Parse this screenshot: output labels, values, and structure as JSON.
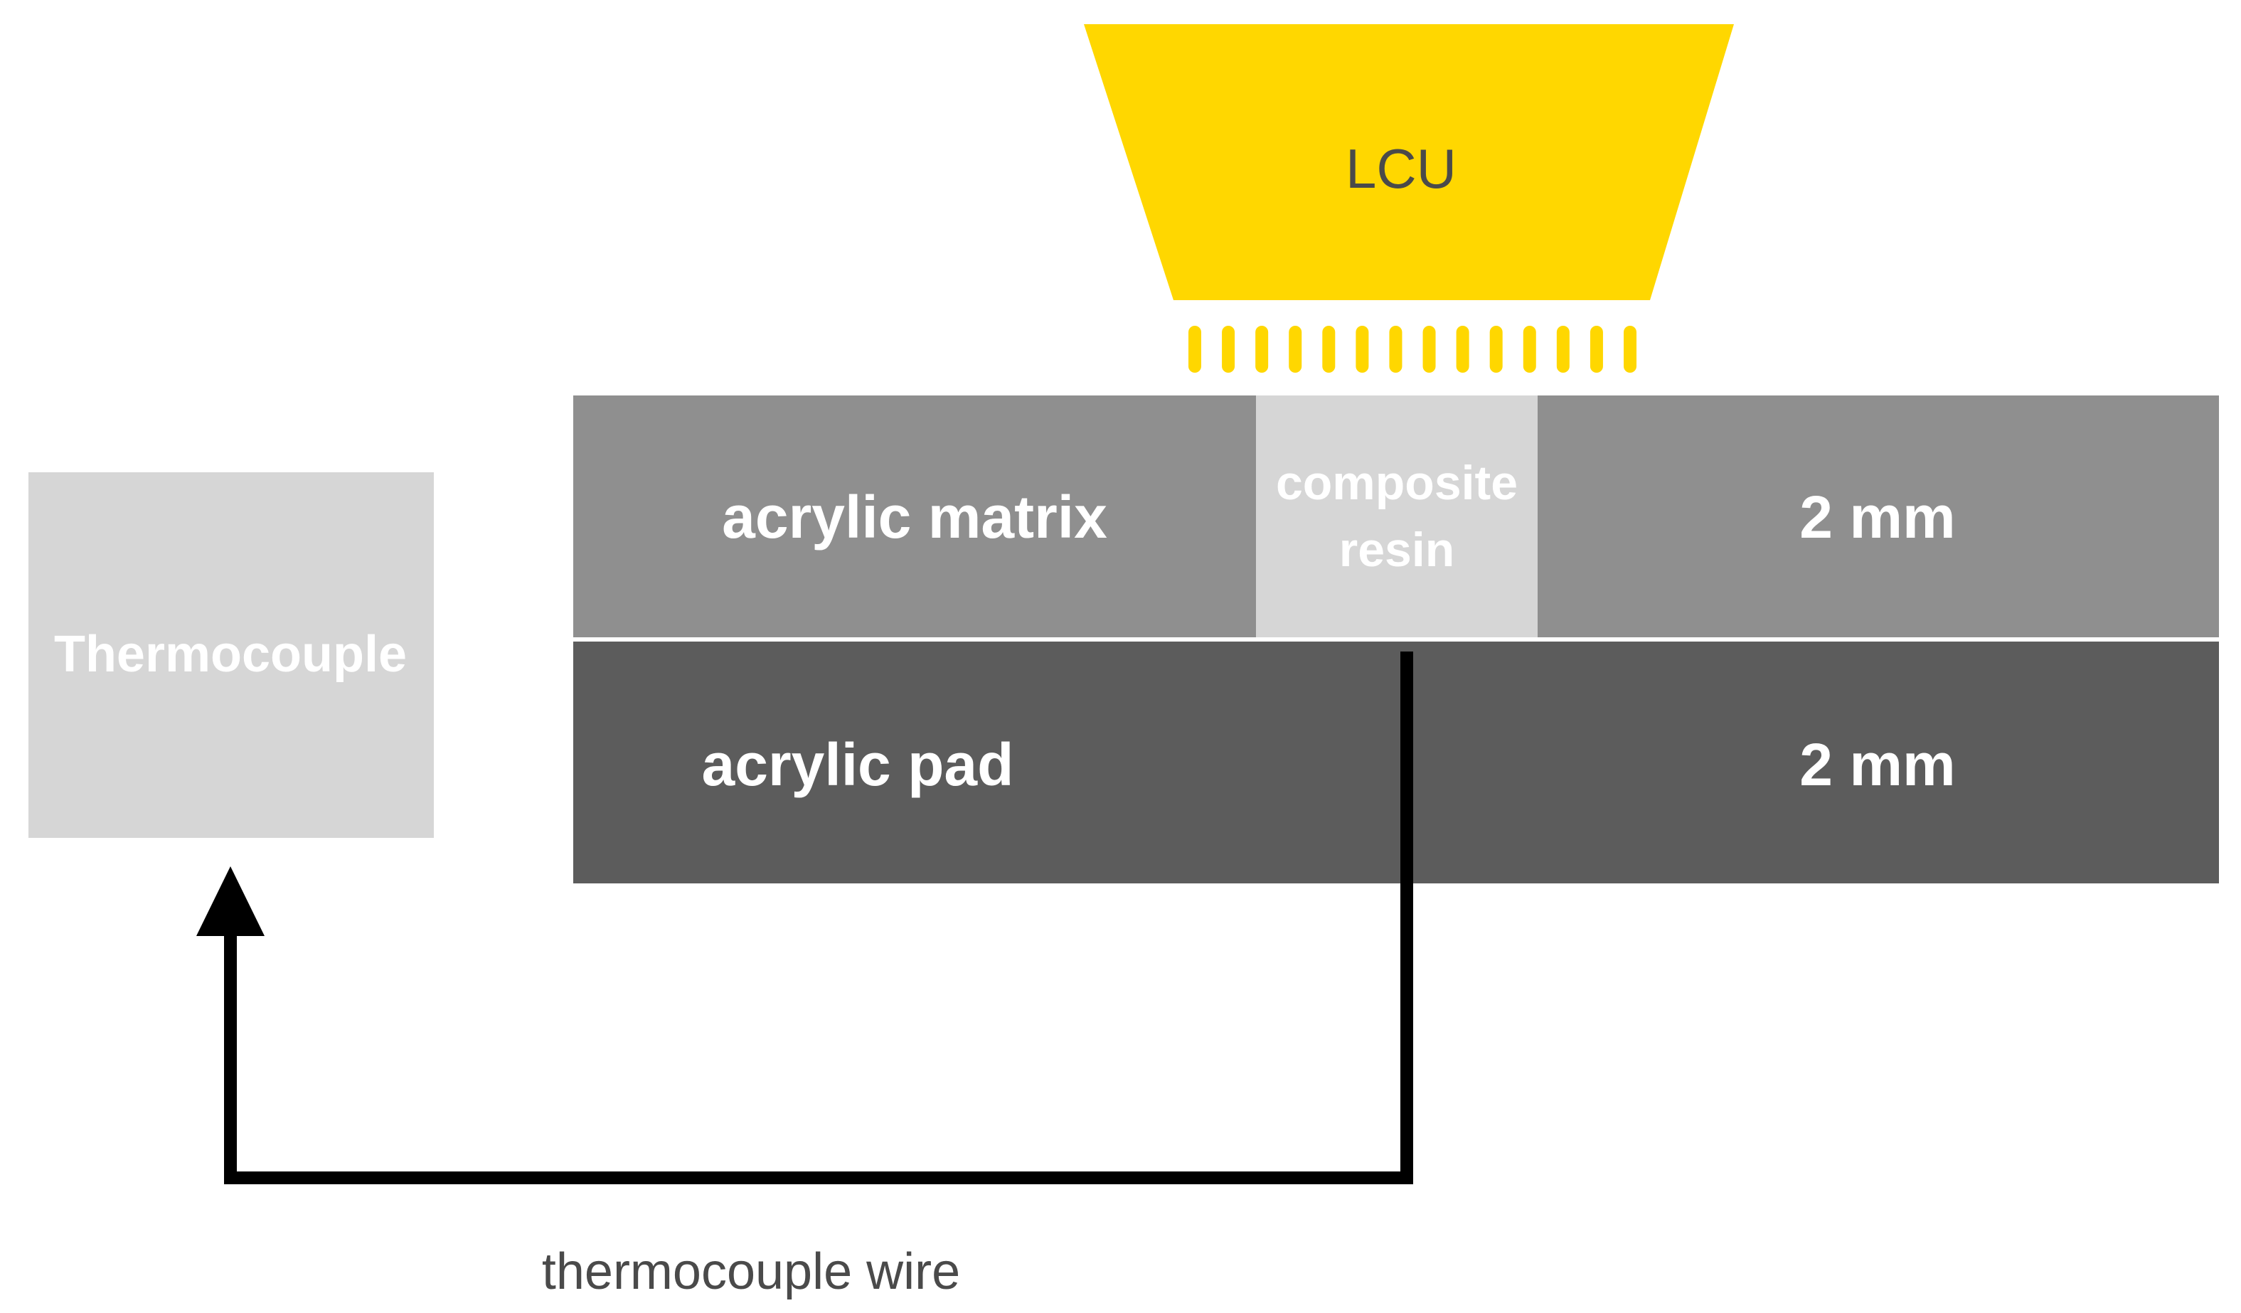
{
  "lcu": {
    "label": "LCU",
    "color": "#FFD700",
    "text_color": "#4a4a4a"
  },
  "acrylic_matrix": {
    "label": "acrylic matrix",
    "thickness": "2 mm",
    "color": "#8F8F8F"
  },
  "composite_resin": {
    "line1": "composite",
    "line2": "resin",
    "color": "#D6D6D6"
  },
  "acrylic_pad": {
    "label": "acrylic pad",
    "thickness": "2 mm",
    "color": "#5C5C5C"
  },
  "thermocouple": {
    "label": "Thermocouple",
    "color": "#D6D6D6"
  },
  "wire": {
    "label": "thermocouple wire",
    "color": "#000000"
  },
  "light_rays": {
    "count": 14,
    "color": "#FFD700"
  }
}
